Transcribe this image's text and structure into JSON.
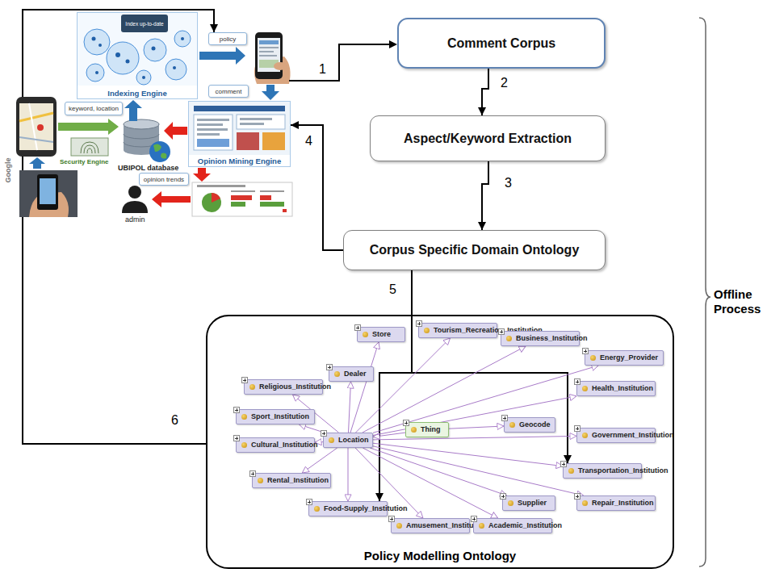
{
  "diagram": {
    "nodes": [
      {
        "text": [
          "Indexing Engine"
        ]
      },
      {
        "text": [
          "policy"
        ]
      },
      {
        "text": [
          "Comment Corpus"
        ]
      },
      {
        "text": [
          "comment"
        ]
      },
      {
        "text": [
          "keyword, location"
        ]
      },
      {
        "text": [
          "Opinion Mining Engine"
        ]
      },
      {
        "text": [
          "Aspect/Keyword Extraction"
        ]
      },
      {
        "text": [
          "opinion trends"
        ]
      },
      {
        "text": [
          "Corpus Specific Domain Ontology"
        ]
      },
      {
        "text": [
          "Policy Modelling Ontology"
        ]
      },
      {
        "text": [
          "Store"
        ],
        "in": 9
      },
      {
        "text": [
          "Tourism_Recreation_Institution"
        ],
        "in": 9
      },
      {
        "text": [
          "Business_Institution"
        ],
        "in": 9
      },
      {
        "text": [
          "Energy_Provider"
        ],
        "in": 9
      },
      {
        "text": [
          "Dealer"
        ],
        "in": 9
      },
      {
        "text": [
          "Religious_Institution"
        ],
        "in": 9
      },
      {
        "text": [
          "Health_Institution"
        ],
        "in": 9
      },
      {
        "text": [
          "Sport_Institution"
        ],
        "in": 9
      },
      {
        "text": [
          "Thing"
        ],
        "in": 9
      },
      {
        "text": [
          "Geocode"
        ],
        "in": 9
      },
      {
        "text": [
          "Location"
        ],
        "in": 9
      },
      {
        "text": [
          "Government_Institution"
        ],
        "in": 9
      },
      {
        "text": [
          "Cultural_Institution"
        ],
        "in": 9
      },
      {
        "text": [
          "Transportation_Institution"
        ],
        "in": 9
      },
      {
        "text": [
          "Rental_Institution"
        ],
        "in": 9
      },
      {
        "text": [
          "Repair_Institution"
        ],
        "in": 9
      },
      {
        "text": [
          "Food-Supply_Institution"
        ],
        "in": 9
      },
      {
        "text": [
          "Supplier"
        ],
        "in": 9
      },
      {
        "text": [
          "Amusement_Institution"
        ],
        "in": 9
      },
      {
        "text": [
          "Academic_Institution"
        ],
        "in": 9
      }
    ],
    "edges": [
      {
        "from": 2,
        "to": 6,
        "arrow": "to"
      },
      {
        "from": 6,
        "to": 8,
        "arrow": "to"
      },
      {
        "from": 8,
        "to": 5,
        "arrow": "to"
      },
      {
        "from": 8,
        "to": 26,
        "arrow": "to"
      },
      {
        "from": 8,
        "to": 23,
        "arrow": "to"
      },
      {
        "from": 9,
        "to": 1,
        "arrow": "to"
      },
      {
        "from": 18,
        "to": 20,
        "arrow": "to"
      },
      {
        "from": 18,
        "to": 19,
        "arrow": "to"
      },
      {
        "from": 20,
        "to": 10,
        "arrow": "to"
      },
      {
        "from": 20,
        "to": 11,
        "arrow": "to"
      },
      {
        "from": 20,
        "to": 12,
        "arrow": "to"
      },
      {
        "from": 20,
        "to": 13,
        "arrow": "to"
      },
      {
        "from": 20,
        "to": 14,
        "arrow": "to"
      },
      {
        "from": 20,
        "to": 15,
        "arrow": "to"
      },
      {
        "from": 20,
        "to": 16,
        "arrow": "to"
      },
      {
        "from": 20,
        "to": 17,
        "arrow": "to"
      },
      {
        "from": 20,
        "to": 21,
        "arrow": "to"
      },
      {
        "from": 20,
        "to": 22,
        "arrow": "to"
      },
      {
        "from": 20,
        "to": 23,
        "arrow": "to"
      },
      {
        "from": 20,
        "to": 24,
        "arrow": "to"
      },
      {
        "from": 20,
        "to": 25,
        "arrow": "to"
      },
      {
        "from": 20,
        "to": 26,
        "arrow": "to"
      },
      {
        "from": 20,
        "to": 27,
        "arrow": "to"
      },
      {
        "from": 20,
        "to": 28,
        "arrow": "to"
      },
      {
        "from": 20,
        "to": 29,
        "arrow": "to"
      }
    ],
    "labels": [
      "Index up-to-date",
      "1",
      "2",
      "4",
      "UBIPOL database",
      "Security Engine",
      "Google",
      "admin",
      "3",
      "5",
      "Offline Process",
      "6"
    ]
  }
}
